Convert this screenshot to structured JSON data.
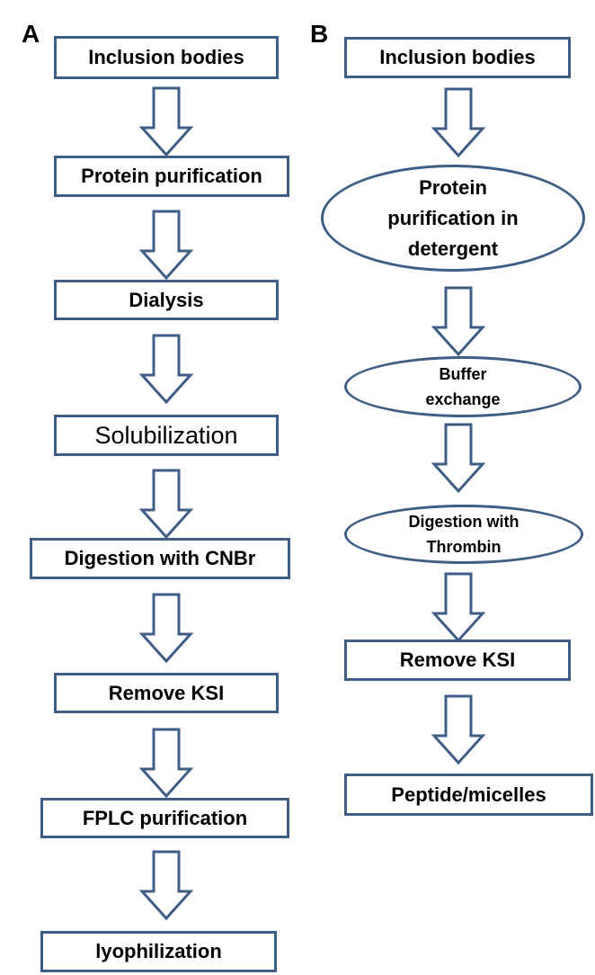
{
  "panel_a": {
    "label": "A",
    "steps": [
      "Inclusion bodies",
      "Protein purification",
      "Dialysis",
      "Solubilization",
      "Digestion with CNBr",
      "Remove KSI",
      "FPLC purification",
      "lyophilization"
    ]
  },
  "panel_b": {
    "label": "B",
    "steps": [
      "Inclusion bodies",
      "Protein purification in detergent",
      "Buffer exchange",
      "Digestion with Thrombin",
      "Remove KSI",
      "Peptide/micelles"
    ]
  },
  "colors": {
    "stroke": "#3f5e86",
    "fill": "#ffffff",
    "text": "#000000"
  },
  "icons": {
    "arrow": "down-arrow-icon"
  }
}
